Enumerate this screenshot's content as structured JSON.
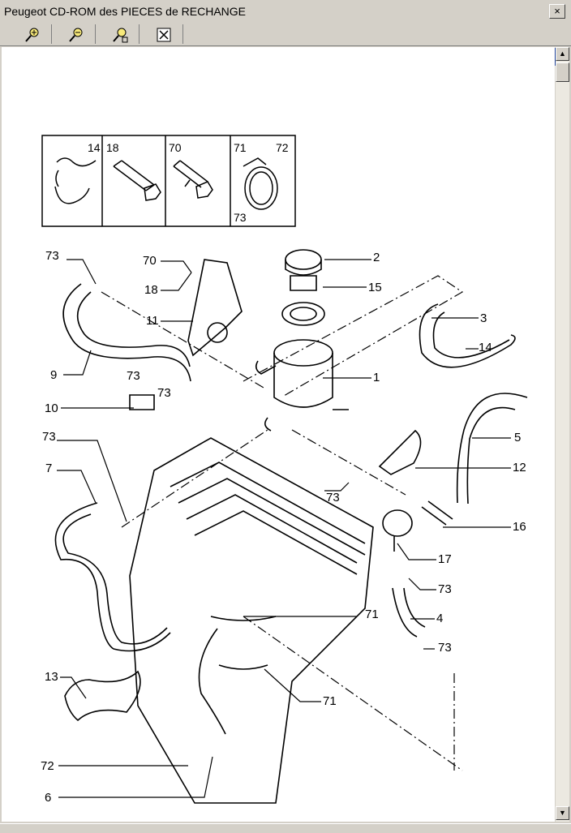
{
  "window": {
    "title": "Peugeot CD-ROM des PIECES de RECHANGE",
    "close_glyph": "×"
  },
  "toolbar": {
    "buttons": [
      {
        "name": "zoom-in-button",
        "icon": "zoom-in-icon"
      },
      {
        "name": "zoom-out-button",
        "icon": "zoom-out-icon"
      },
      {
        "name": "zoom-fit-button",
        "icon": "zoom-fit-icon"
      },
      {
        "name": "close-view-button",
        "icon": "close-box-icon"
      }
    ],
    "brand_icon": "peugeot-lion-icon"
  },
  "diagram": {
    "inset_labels": [
      "14",
      "18",
      "70",
      "71",
      "72",
      "73"
    ],
    "callouts": {
      "c73a": "73",
      "c70": "70",
      "c18": "18",
      "c11": "11",
      "c9": "9",
      "c73b": "73",
      "c73c": "73",
      "c10": "10",
      "c73d": "73",
      "c7": "7",
      "c2": "2",
      "c15": "15",
      "c3": "3",
      "c14": "14",
      "c1": "1",
      "c5": "5",
      "c12": "12",
      "c73e": "73",
      "c16": "16",
      "c17": "17",
      "c73f": "73",
      "c4": "4",
      "c73g": "73",
      "c71a": "71",
      "c71b": "71",
      "c13": "13",
      "c72": "72",
      "c6": "6"
    }
  },
  "colors": {
    "chrome": "#d4d0c8",
    "brand": "#1c3f95",
    "ink": "#000000"
  }
}
